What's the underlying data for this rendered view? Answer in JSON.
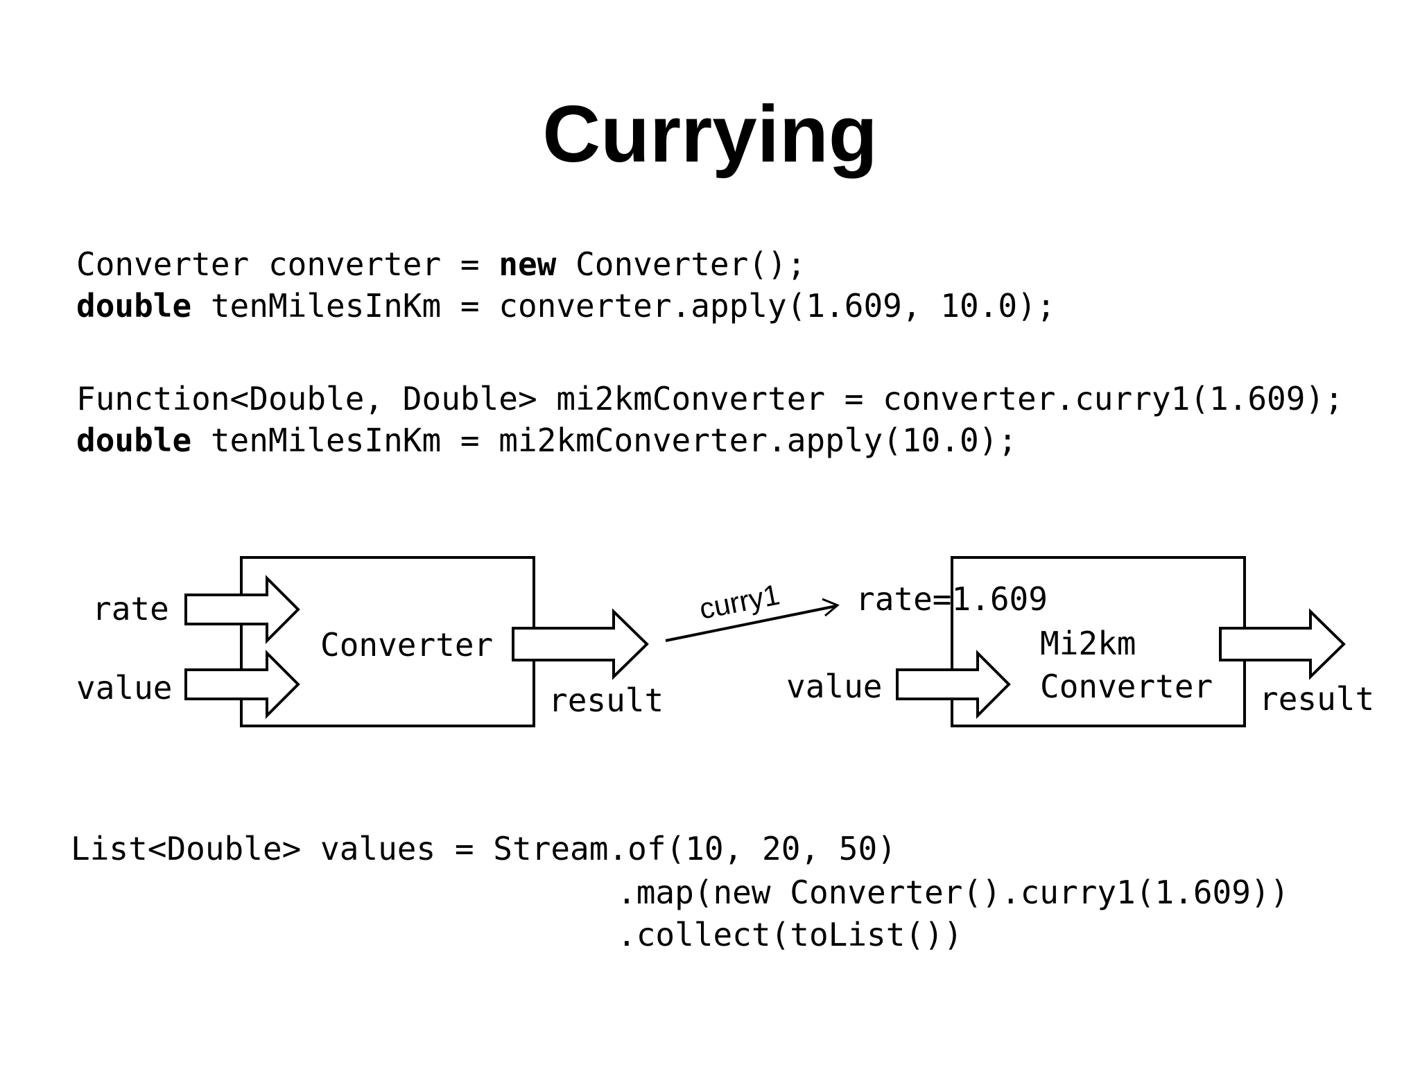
{
  "slide": {
    "title": "Currying"
  },
  "code_block_1": {
    "line1": {
      "type": "Converter converter = ",
      "kw": "new",
      "rest": " Converter();"
    },
    "line2": {
      "kw": "double",
      "rest": " tenMilesInKm = converter.apply(1.609, 10.0);"
    }
  },
  "code_block_2": {
    "line1": "Function<Double, Double> mi2kmConverter = converter.curry1(1.609);",
    "line2": {
      "kw": "double",
      "rest": " tenMilesInKm = mi2kmConverter.apply(10.0);"
    }
  },
  "diagram": {
    "converter_box": {
      "label": "Converter",
      "inputs": [
        "rate",
        "value"
      ],
      "output": "result"
    },
    "transform_label": "curry1",
    "mi2km_box": {
      "label_line1": "Mi2km",
      "label_line2": "Converter",
      "bound_param": "rate=1.609",
      "input": "value",
      "output": "result"
    }
  },
  "code_block_3": {
    "line1": "List<Double> values = Stream.of(10, 20, 50)",
    "line2": ".map(new Converter().curry1(1.609))",
    "line3": ".collect(toList())"
  }
}
